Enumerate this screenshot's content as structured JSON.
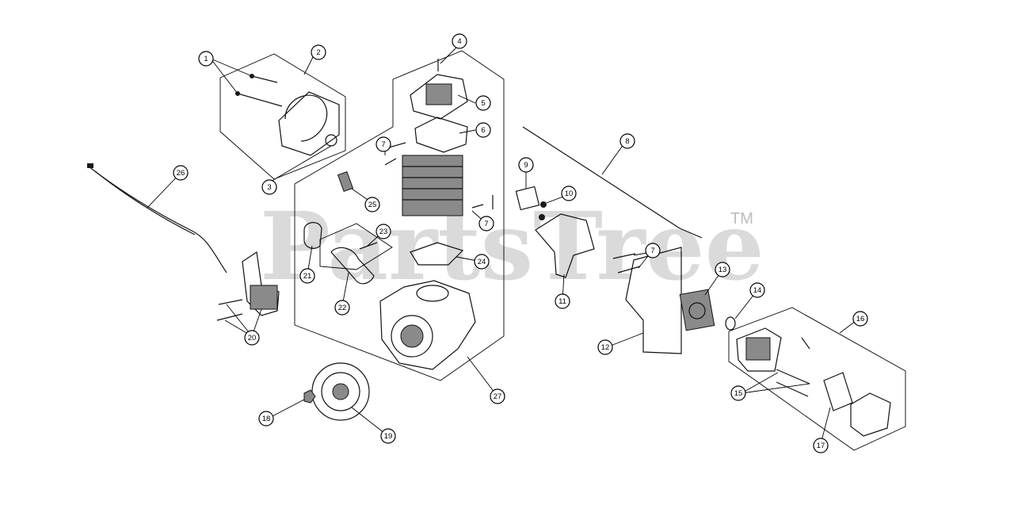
{
  "watermark": {
    "text": "PartsTree",
    "trademark": "TM"
  },
  "callouts": [
    {
      "id": "c1",
      "label": "1"
    },
    {
      "id": "c2",
      "label": "2"
    },
    {
      "id": "c3",
      "label": "3"
    },
    {
      "id": "c4",
      "label": "4"
    },
    {
      "id": "c5",
      "label": "5"
    },
    {
      "id": "c6",
      "label": "6"
    },
    {
      "id": "c7a",
      "label": "7"
    },
    {
      "id": "c7b",
      "label": "7"
    },
    {
      "id": "c7c",
      "label": "7"
    },
    {
      "id": "c8",
      "label": "8"
    },
    {
      "id": "c9",
      "label": "9"
    },
    {
      "id": "c10",
      "label": "10"
    },
    {
      "id": "c11",
      "label": "11"
    },
    {
      "id": "c12",
      "label": "12"
    },
    {
      "id": "c13",
      "label": "13"
    },
    {
      "id": "c14",
      "label": "14"
    },
    {
      "id": "c15",
      "label": "15"
    },
    {
      "id": "c16",
      "label": "16"
    },
    {
      "id": "c17",
      "label": "17"
    },
    {
      "id": "c18",
      "label": "18"
    },
    {
      "id": "c19",
      "label": "19"
    },
    {
      "id": "c20",
      "label": "20"
    },
    {
      "id": "c21",
      "label": "21"
    },
    {
      "id": "c22",
      "label": "22"
    },
    {
      "id": "c23",
      "label": "23"
    },
    {
      "id": "c24",
      "label": "24"
    },
    {
      "id": "c25",
      "label": "25"
    },
    {
      "id": "c26",
      "label": "26"
    },
    {
      "id": "c27",
      "label": "27"
    }
  ]
}
